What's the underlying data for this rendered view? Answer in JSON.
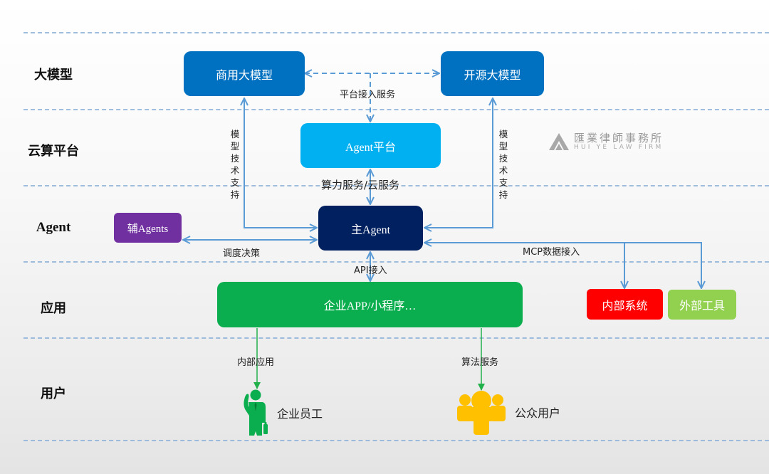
{
  "layers": [
    {
      "label": "大模型"
    },
    {
      "label": "云算平台"
    },
    {
      "label": "Agent"
    },
    {
      "label": "应用"
    },
    {
      "label": "用户"
    }
  ],
  "nodes": {
    "commercial_llm": {
      "label": "商用大模型",
      "color": "#0070c0"
    },
    "opensource_llm": {
      "label": "开源大模型",
      "color": "#0070c0"
    },
    "agent_platform": {
      "label": "Agent平台",
      "color": "#00b0f0"
    },
    "main_agent": {
      "label": "主Agent",
      "color": "#002060"
    },
    "sub_agents": {
      "label": "辅Agents",
      "color": "#7030a0"
    },
    "enterprise_app": {
      "label": "企业APP/小程序…",
      "color": "#0bae4e"
    },
    "internal_system": {
      "label": "内部系统",
      "color": "#ff0000"
    },
    "external_tools": {
      "label": "外部工具",
      "color": "#92d050"
    }
  },
  "edges": {
    "platform_access": "平台接入服务",
    "model_tech_support_left": "模型技术支持",
    "model_tech_support_right": "模型技术支持",
    "compute_cloud": "算力服务/云服务",
    "scheduling": "调度决策",
    "mcp_access": "MCP数据接入",
    "api_access": "API接入",
    "internal_app": "内部应用",
    "algorithm_service": "算法服务"
  },
  "users": {
    "employee": {
      "label": "企业员工",
      "icon": "business-person-icon",
      "color": "#0bae4e"
    },
    "public": {
      "label": "公众用户",
      "icon": "user-group-icon",
      "color": "#ffc000"
    }
  },
  "watermark": {
    "name_cn": "匯業律師事務所",
    "name_en": "HUI YE LAW FIRM"
  },
  "colors": {
    "connector": "#5b9bd5",
    "separator": "#8fb3d9",
    "user_connector": "#22b04a"
  }
}
